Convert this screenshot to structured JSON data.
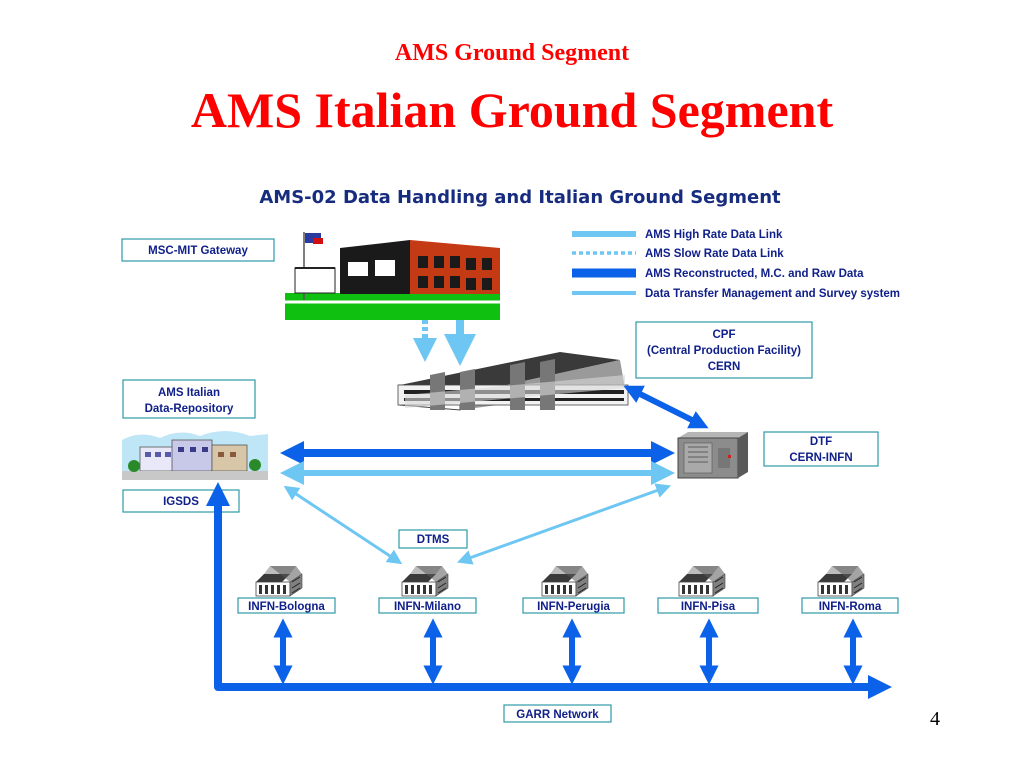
{
  "slide": {
    "subtitle": "AMS Ground Segment",
    "title": "AMS Italian Ground Segment",
    "page_number": "4"
  },
  "diagram": {
    "title": "AMS-02 Data Handling and Italian Ground Segment",
    "legend": [
      {
        "label": "AMS High Rate Data Link",
        "style": "light-solid",
        "color": "#6ec6f2"
      },
      {
        "label": "AMS Slow Rate Data Link",
        "style": "light-dotted",
        "color": "#6ec6f2"
      },
      {
        "label": "AMS Reconstructed, M.C. and Raw  Data",
        "style": "dark-solid",
        "color": "#0b62e8"
      },
      {
        "label": "Data Transfer Management and Survey system",
        "style": "light-solid",
        "color": "#6ec6f2"
      }
    ],
    "nodes": {
      "msc_gateway": "MSC-MIT Gateway",
      "cpf_line1": "CPF",
      "cpf_line2": "(Central Production Facility)",
      "cpf_line3": "CERN",
      "repo_line1": "AMS Italian",
      "repo_line2": "Data-Repository",
      "dtf_line1": "DTF",
      "dtf_line2": "CERN-INFN",
      "igsds": "IGSDS",
      "dtms": "DTMS",
      "garr": "GARR Network"
    },
    "sites": [
      "INFN-Bologna",
      "INFN-Milano",
      "INFN-Perugia",
      "INFN-Pisa",
      "INFN-Roma"
    ]
  },
  "colors": {
    "title_red": "#ff0000",
    "dark_blue_link": "#0b62e8",
    "light_blue_link": "#6ec6f2",
    "label_text": "#10208a",
    "box_border": "#2f9aa8"
  }
}
